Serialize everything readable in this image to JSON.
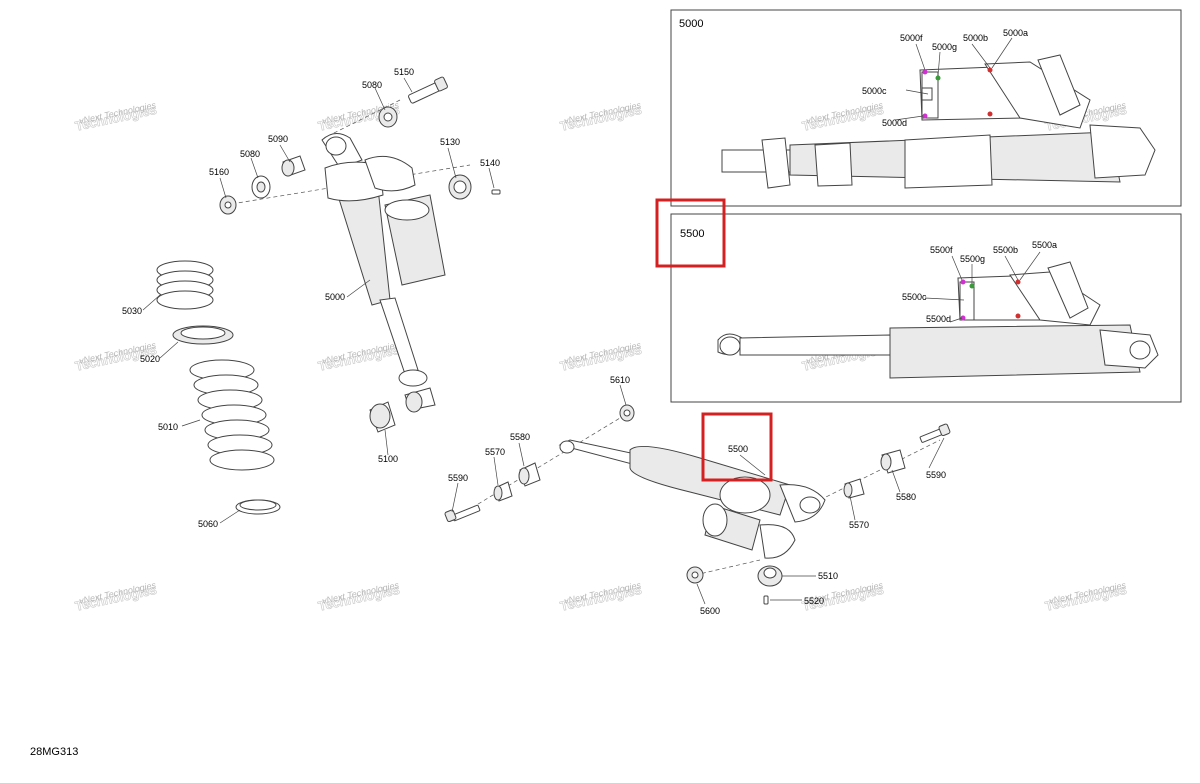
{
  "diagram_code": "28MG313",
  "watermark_line1": "vNext Technologies",
  "watermark_line2": "Technologies",
  "detail_5000": {
    "title": "5000",
    "labels": [
      "5000f",
      "5000g",
      "5000b",
      "5000a",
      "5000c",
      "5000d"
    ]
  },
  "detail_5500": {
    "title": "5500",
    "labels": [
      "5500f",
      "5500g",
      "5500b",
      "5500a",
      "5500c",
      "5500d"
    ]
  },
  "parts_left": [
    "5150",
    "5080",
    "5130",
    "5140",
    "5090",
    "5080",
    "5160",
    "5000",
    "5030",
    "5020",
    "5010",
    "5060",
    "5100"
  ],
  "parts_right": [
    "5610",
    "5580",
    "5570",
    "5590",
    "5500",
    "5590",
    "5580",
    "5570",
    "5510",
    "5520",
    "5600"
  ],
  "highlight_colors": {
    "box": "#d42020"
  }
}
